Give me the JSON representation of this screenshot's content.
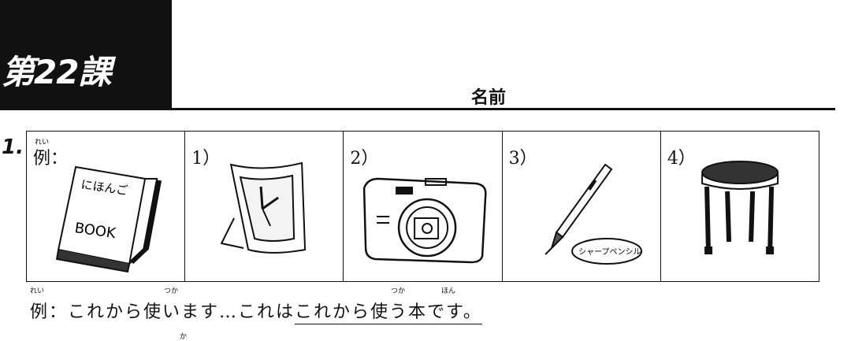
{
  "header": {
    "lesson_title": "第22課",
    "name_label": "名前"
  },
  "question": {
    "number": "1.",
    "cells": [
      {
        "label": "例：",
        "ruby": "れい",
        "image": "book-icon",
        "image_text_top": "にほんご",
        "image_text_bottom": "BOOK"
      },
      {
        "label": "1）",
        "image": "clock-icon"
      },
      {
        "label": "2）",
        "image": "camera-icon"
      },
      {
        "label": "3）",
        "image": "mechanical-pencil-icon",
        "image_text": "シャープペンシル"
      },
      {
        "label": "4）",
        "image": "stool-icon"
      }
    ],
    "example": {
      "prefix": "例：これから使います…これは",
      "answer": "これから使う本です。",
      "ruby": [
        "れい",
        "つか",
        "つか",
        "ほん",
        "か"
      ]
    }
  }
}
